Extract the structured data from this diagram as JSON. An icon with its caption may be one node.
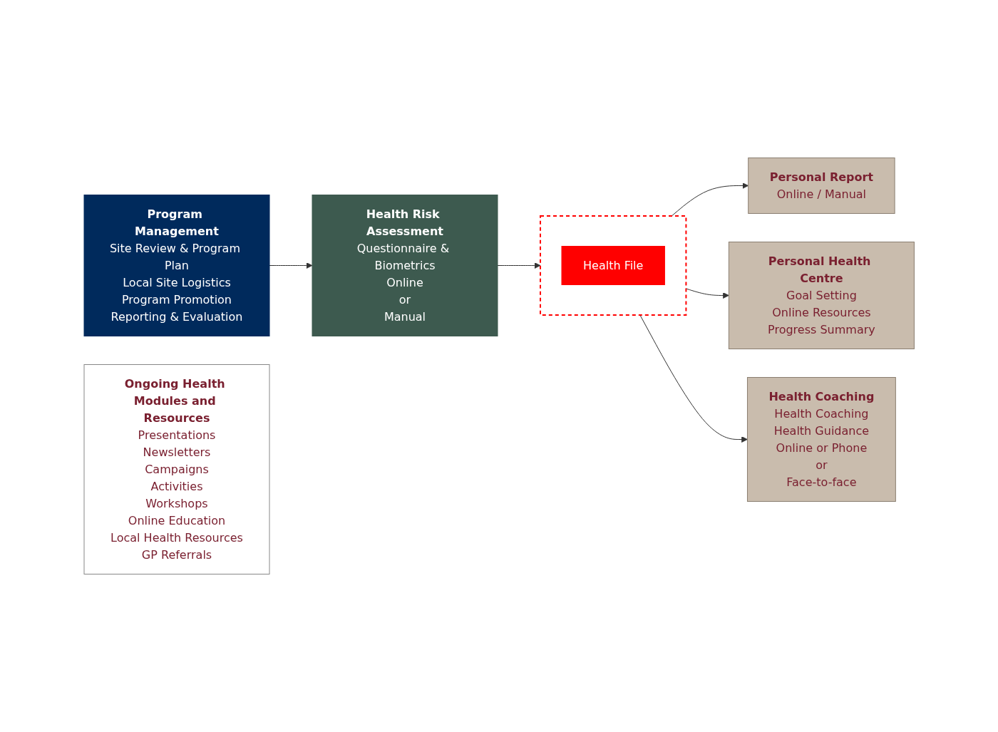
{
  "diagram": {
    "nodes": [
      {
        "text": [
          "Program Management",
          "Site Review & Program Plan",
          "Local Site Logistics",
          "Program Promotion",
          "Reporting & Evaluation"
        ]
      },
      {
        "text": [
          "Health Risk Assessment",
          "Questionnaire & Biometrics",
          "Online",
          "or",
          "Manual"
        ]
      },
      {
        "text": [],
        "shape": "box"
      },
      {
        "text": [
          "Health File"
        ],
        "in": 2
      },
      {
        "text": [
          "Personal Report",
          "Online / Manual"
        ]
      },
      {
        "text": [
          "Personal Health Centre",
          "Goal Setting",
          "Online Resources",
          "Progress Summary"
        ]
      },
      {
        "text": [
          "Health Coaching",
          "Health Coaching",
          "Health Guidance",
          "Online or Phone",
          "or",
          "Face-to-face"
        ]
      },
      {
        "text": [
          "Ongoing Health Modules and Resources",
          "Presentations",
          "Newsletters",
          "Campaigns",
          "Activities",
          "Workshops",
          "Online Education",
          "Local Health Resources",
          "GP Referrals"
        ]
      }
    ],
    "edges": [
      {
        "from": 0,
        "to": 1,
        "arrow": "to"
      },
      {
        "from": 1,
        "to": 2,
        "arrow": "to"
      },
      {
        "from": 2,
        "to": 4,
        "arrow": "to"
      },
      {
        "from": 2,
        "to": 5,
        "arrow": "to"
      },
      {
        "from": 2,
        "to": 6,
        "arrow": "to"
      }
    ]
  }
}
